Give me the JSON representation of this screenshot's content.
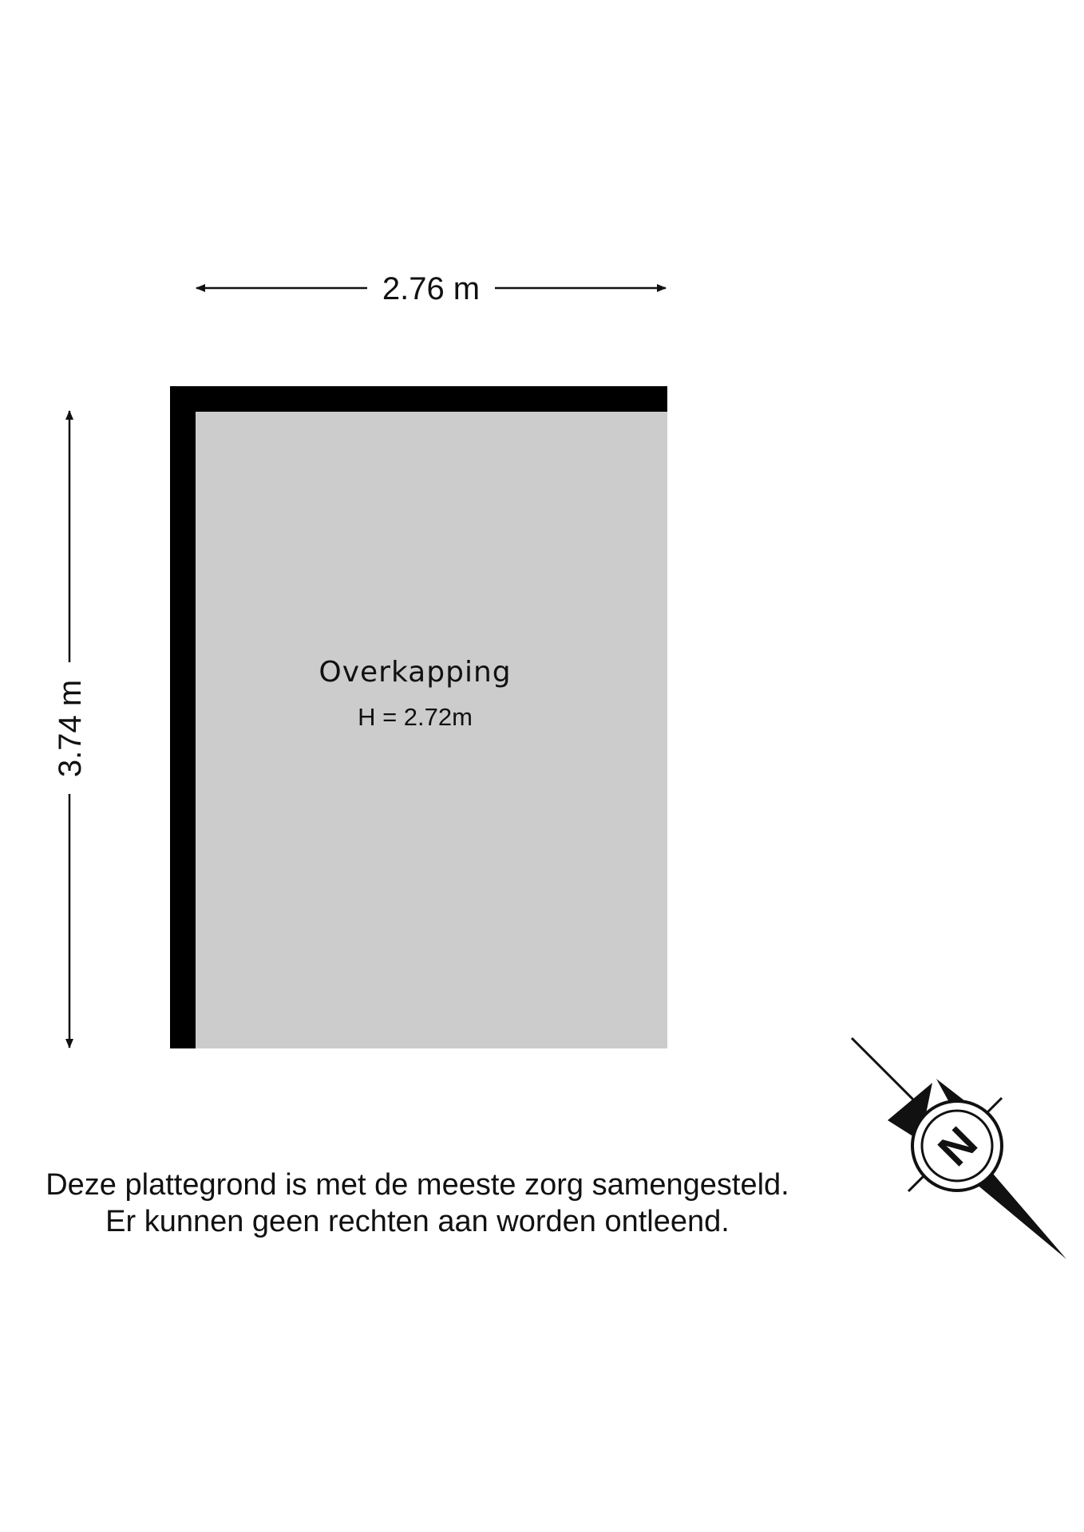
{
  "dimensions": {
    "width_label": "2.76 m",
    "depth_label": "3.74 m"
  },
  "room": {
    "name": "Overkapping",
    "height_label": "H = 2.72m"
  },
  "disclaimer": {
    "line1": "Deze plattegrond is met de meeste zorg samengesteld.",
    "line2": "Er kunnen geen rechten aan worden ontleend."
  },
  "compass": {
    "letter": "N",
    "icon": "north-arrow-compass-icon"
  },
  "colors": {
    "wall": "#000000",
    "floor": "#cccccc",
    "ink": "#111111"
  }
}
